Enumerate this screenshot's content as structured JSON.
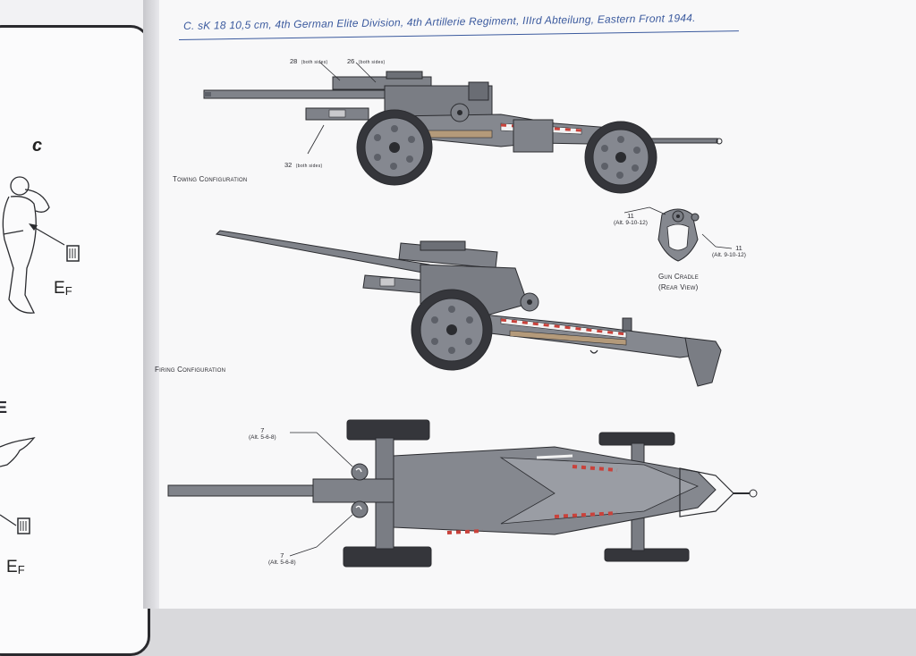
{
  "page": {
    "title": "C. sK 18 10,5 cm, 4th German Elite Division, 4th Artillerie Regiment, IIIrd Abteilung, Eastern Front 1944."
  },
  "left_page": {
    "step_letter": "c",
    "ef_top": {
      "main": "E",
      "sub": "F"
    },
    "ef_bottom": {
      "main": "E",
      "sub": "F"
    },
    "cut_letter": "E"
  },
  "towing": {
    "label": "Towing Configuration",
    "callout_28": {
      "num": "28",
      "note": "(both sides)"
    },
    "callout_26": {
      "num": "26",
      "note": "(both sides)"
    },
    "callout_32": {
      "num": "32",
      "note": "(both sides)"
    }
  },
  "firing": {
    "label": "Firing Configuration"
  },
  "cradle": {
    "label_line1": "Gun Cradle",
    "label_line2": "(Rear View)",
    "callout_left": {
      "num": "11",
      "alt": "(Alt. 9-10-12)"
    },
    "callout_right": {
      "num": "11",
      "alt": "(Alt. 9-10-12)"
    }
  },
  "top_view": {
    "callout_upper": {
      "num": "7",
      "alt": "(Alt. 5-6-8)"
    },
    "callout_lower": {
      "num": "7",
      "alt": "(Alt. 5-6-8)"
    }
  },
  "colors": {
    "paint": "#7f8289",
    "paint_dark": "#5d6068",
    "outline": "#2b2c30",
    "tire": "#35363b",
    "stripe_red": "#c9423b",
    "title_blue": "#3b5a9e"
  }
}
